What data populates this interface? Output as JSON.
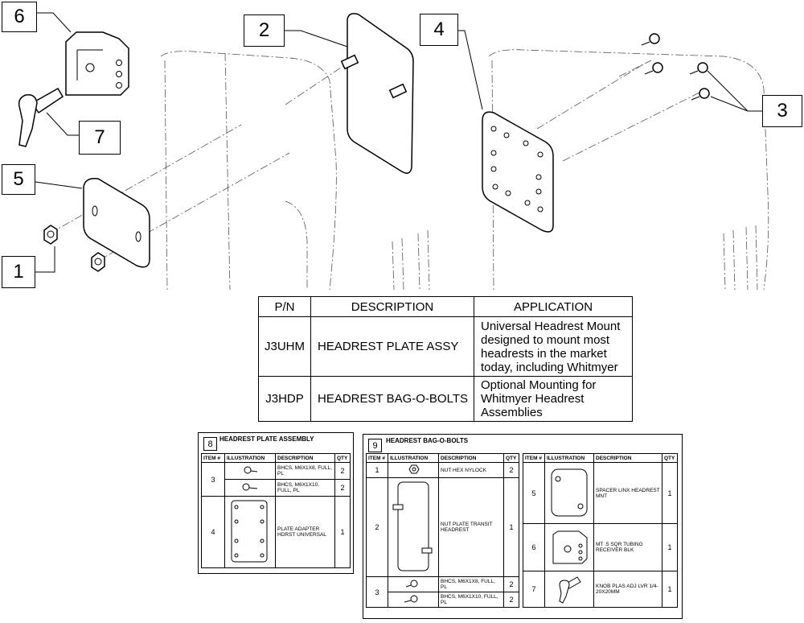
{
  "callouts": [
    "1",
    "2",
    "3",
    "4",
    "5",
    "6",
    "7"
  ],
  "parts_table": {
    "headers": [
      "P/N",
      "DESCRIPTION",
      "APPLICATION"
    ],
    "rows": [
      {
        "pn": "J3UHM",
        "description": "HEADREST PLATE ASSY",
        "application": "Universal Headrest Mount designed to mount most headrests in the market today, including Whitmyer"
      },
      {
        "pn": "J3HDP",
        "description": "HEADREST BAG-O-BOLTS",
        "application": "Optional Mounting for Whitmyer Headrest Assemblies"
      }
    ]
  },
  "panel_8": {
    "number": "8",
    "title": "HEADREST PLATE ASSEMBLY",
    "headers": [
      "ITEM #",
      "ILLUSTRATION",
      "DESCRIPTION",
      "QTY"
    ],
    "rows": [
      {
        "item": "3",
        "description": "BHCS, M6X1X8, FULL, PL",
        "qty": "2"
      },
      {
        "item": "",
        "description": "BHCS, M6X1X10, FULL, PL",
        "qty": "2"
      },
      {
        "item": "4",
        "description": "PLATE ADAPTER HDRST UNIVERSAL",
        "qty": "1"
      }
    ]
  },
  "panel_9": {
    "number": "9",
    "title": "HEADREST BAG-O-BOLTS",
    "headers": [
      "ITEM #",
      "ILLUSTRATION",
      "DESCRIPTION",
      "QTY"
    ],
    "left_rows": [
      {
        "item": "1",
        "description": "NUT HEX NYLOCK",
        "qty": "2"
      },
      {
        "item": "2",
        "description": "NUT PLATE TRANSIT HEADREST",
        "qty": "1"
      },
      {
        "item": "3",
        "description": "BHCS, M6X1X8, FULL, PL",
        "qty": "2"
      },
      {
        "item": "",
        "description": "BHCS, M6X1X10, FULL, PL",
        "qty": "2"
      }
    ],
    "right_rows": [
      {
        "item": "5",
        "description": "SPACER LINX HEADREST MNT",
        "qty": "1"
      },
      {
        "item": "6",
        "description": "MT .5 SQR TUBING RECEIVER BLK",
        "qty": "1"
      },
      {
        "item": "7",
        "description": "KNOB PLAS ADJ LVR 1/4-20X20MM",
        "qty": "1"
      }
    ]
  }
}
